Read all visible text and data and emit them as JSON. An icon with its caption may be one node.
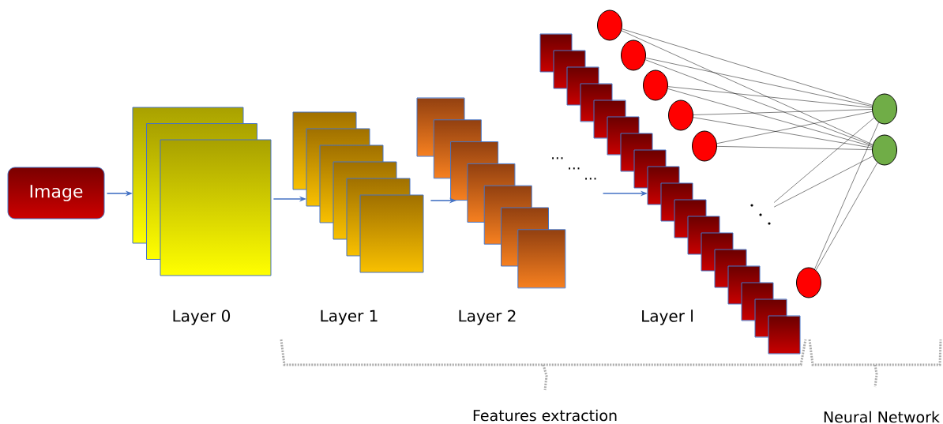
{
  "diagram": {
    "nodes": [
      {
        "text": [
          "Image"
        ]
      },
      {
        "text": [],
        "shape": "box",
        "beside": [
          "Layer 0"
        ]
      },
      {
        "text": [],
        "shape": "box",
        "beside": [
          "Layer 1"
        ]
      },
      {
        "text": [],
        "shape": "box",
        "beside": [
          "Layer 2"
        ]
      },
      {
        "text": [
          "...",
          "...",
          "..."
        ]
      },
      {
        "text": [],
        "shape": "box"
      },
      {
        "text": [],
        "shape": "circle"
      },
      {
        "text": [],
        "shape": "circle"
      },
      {
        "text": [],
        "shape": "circle"
      },
      {
        "text": [],
        "shape": "circle"
      },
      {
        "text": [],
        "shape": "circle"
      },
      {
        "text": [],
        "shape": "dots"
      },
      {
        "text": [],
        "shape": "circle"
      },
      {
        "text": [],
        "shape": "circle"
      },
      {
        "text": [],
        "shape": "circle"
      }
    ],
    "edges": [
      {
        "from": 0,
        "to": 1,
        "arrow": "to",
        "color": "#4472c4"
      },
      {
        "from": 1,
        "to": 2,
        "arrow": "to",
        "color": "#4472c4"
      },
      {
        "from": 2,
        "to": 3,
        "arrow": "to",
        "color": "#4472c4"
      },
      {
        "from": 4,
        "to": 5,
        "arrow": "to",
        "color": "#4472c4"
      },
      {
        "from": 6,
        "to": 13,
        "arrow": "none"
      },
      {
        "from": 6,
        "to": 14,
        "arrow": "none"
      },
      {
        "from": 7,
        "to": 13,
        "arrow": "none"
      },
      {
        "from": 7,
        "to": 14,
        "arrow": "none"
      },
      {
        "from": 8,
        "to": 13,
        "arrow": "none"
      },
      {
        "from": 8,
        "to": 14,
        "arrow": "none"
      },
      {
        "from": 9,
        "to": 13,
        "arrow": "none"
      },
      {
        "from": 9,
        "to": 14,
        "arrow": "none"
      },
      {
        "from": 10,
        "to": 13,
        "arrow": "none"
      },
      {
        "from": 10,
        "to": 14,
        "arrow": "none"
      },
      {
        "from": 11,
        "to": 13,
        "arrow": "none"
      },
      {
        "from": 11,
        "to": 14,
        "arrow": "none"
      },
      {
        "from": 12,
        "to": 13,
        "arrow": "none"
      },
      {
        "from": 12,
        "to": 14,
        "arrow": "none"
      }
    ],
    "labels": [
      "Layer l",
      "Features extraction",
      "Neural Network"
    ]
  }
}
